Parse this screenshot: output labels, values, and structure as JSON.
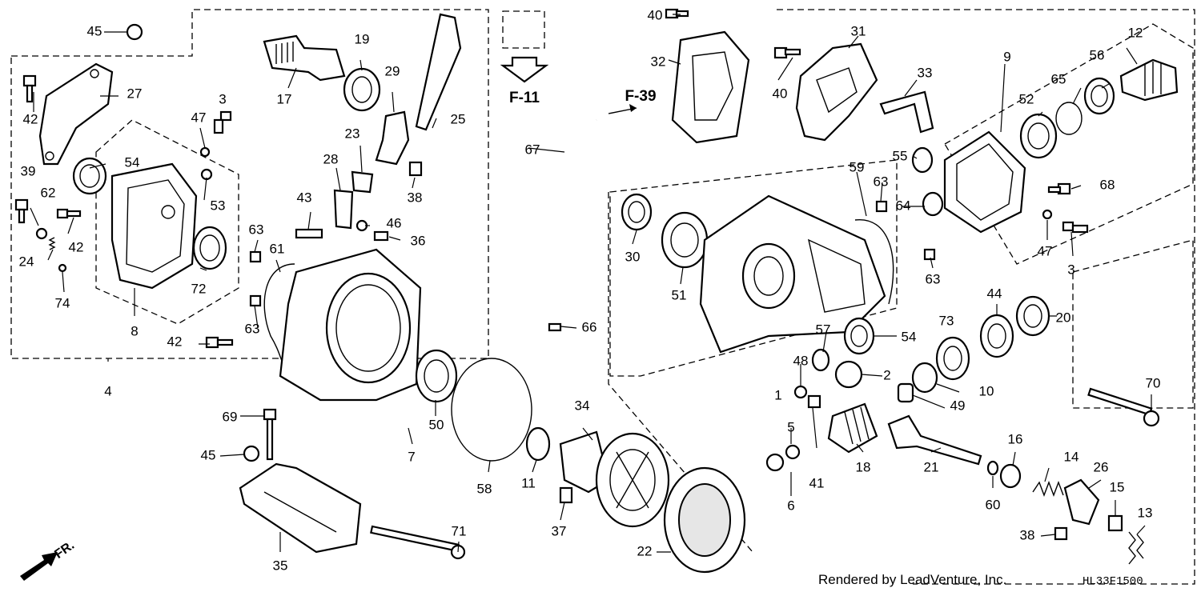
{
  "diagram": {
    "footer": {
      "rendered_by": "Rendered by LeadVenture, Inc.",
      "code": "HL33F1500"
    },
    "direction_label": "FR.",
    "references": [
      "F-11",
      "F-39"
    ],
    "callouts": [
      "1",
      "2",
      "3",
      "4",
      "5",
      "6",
      "7",
      "8",
      "9",
      "10",
      "11",
      "12",
      "13",
      "14",
      "15",
      "16",
      "17",
      "18",
      "19",
      "20",
      "21",
      "22",
      "23",
      "24",
      "25",
      "26",
      "27",
      "28",
      "29",
      "30",
      "31",
      "32",
      "33",
      "34",
      "35",
      "36",
      "37",
      "38",
      "39",
      "40",
      "41",
      "42",
      "43",
      "44",
      "45",
      "46",
      "47",
      "48",
      "49",
      "50",
      "51",
      "52",
      "53",
      "54",
      "55",
      "56",
      "57",
      "58",
      "59",
      "60",
      "61",
      "62",
      "63",
      "64",
      "65",
      "66",
      "67",
      "68",
      "69",
      "70",
      "71",
      "72",
      "73",
      "74"
    ]
  }
}
